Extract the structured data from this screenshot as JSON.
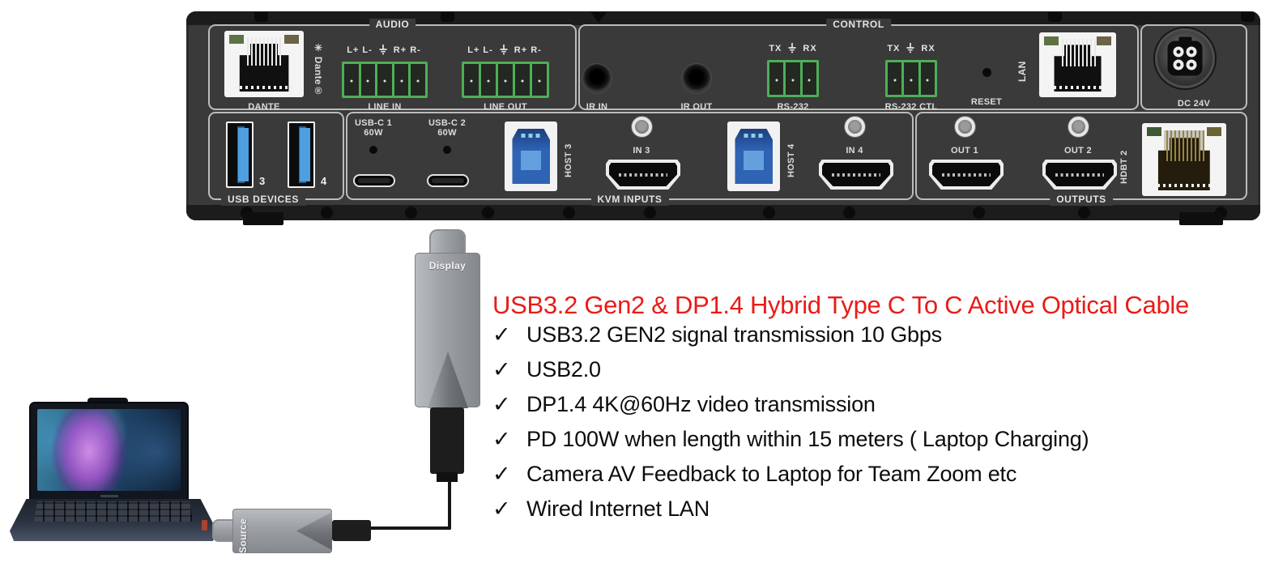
{
  "headline": {
    "text": "USB3.2 Gen2 & DP1.4 Hybrid Type C To C Active Optical Cable"
  },
  "features": {
    "check": "✓",
    "items": [
      "USB3.2 GEN2 signal transmission 10 Gbps",
      "USB2.0",
      "DP1.4 4K@60Hz video transmission",
      "PD 100W when length within 15 meters ( Laptop Charging)",
      "Camera AV Feedback to Laptop for Team Zoom etc",
      "Wired Internet LAN"
    ]
  },
  "device": {
    "sections": {
      "audio": "AUDIO",
      "control": "CONTROL",
      "usb_devices": "USB DEVICES",
      "kvm_inputs": "KVM INPUTS",
      "outputs": "OUTPUTS"
    },
    "audio": {
      "dante_label": "DANTE",
      "dante_logo": "✳ Dante®",
      "line_in": {
        "pins_left": "L+ L-",
        "pins_right": "R+ R-",
        "label": "LINE IN"
      },
      "line_out": {
        "pins_left": "L+ L-",
        "pins_right": "R+ R-",
        "label": "LINE OUT"
      }
    },
    "control": {
      "ir_in": "IR IN",
      "ir_out": "IR OUT",
      "rs232": {
        "tx": "TX",
        "rx": "RX",
        "label": "RS-232"
      },
      "rs232_ctl": {
        "tx": "TX",
        "rx": "RX",
        "label": "RS-232 CTL"
      },
      "reset": "RESET",
      "lan": "LAN"
    },
    "power": {
      "label": "DC 24V"
    },
    "usb_devices": {
      "port3": "3",
      "port4": "4"
    },
    "kvm": {
      "usbc1": {
        "line1": "USB-C 1",
        "line2": "60W"
      },
      "usbc2": {
        "line1": "USB-C 2",
        "line2": "60W"
      },
      "host3": "HOST 3",
      "in3": "IN 3",
      "host4": "HOST 4",
      "in4": "IN 4"
    },
    "outputs": {
      "out1": "OUT 1",
      "out2": "OUT 2",
      "hdbt2": "HDBT 2"
    }
  },
  "cable": {
    "display_label": "Display",
    "source_label": "Source"
  },
  "colors": {
    "headline_red": "#ea1b17",
    "panel_gray": "#3a3a3a",
    "phoenix_green": "#4fae57",
    "usb_blue": "#4d9fe0",
    "usbb_blue": "#2f63b4",
    "hdbt_gold": "#9a8440"
  }
}
